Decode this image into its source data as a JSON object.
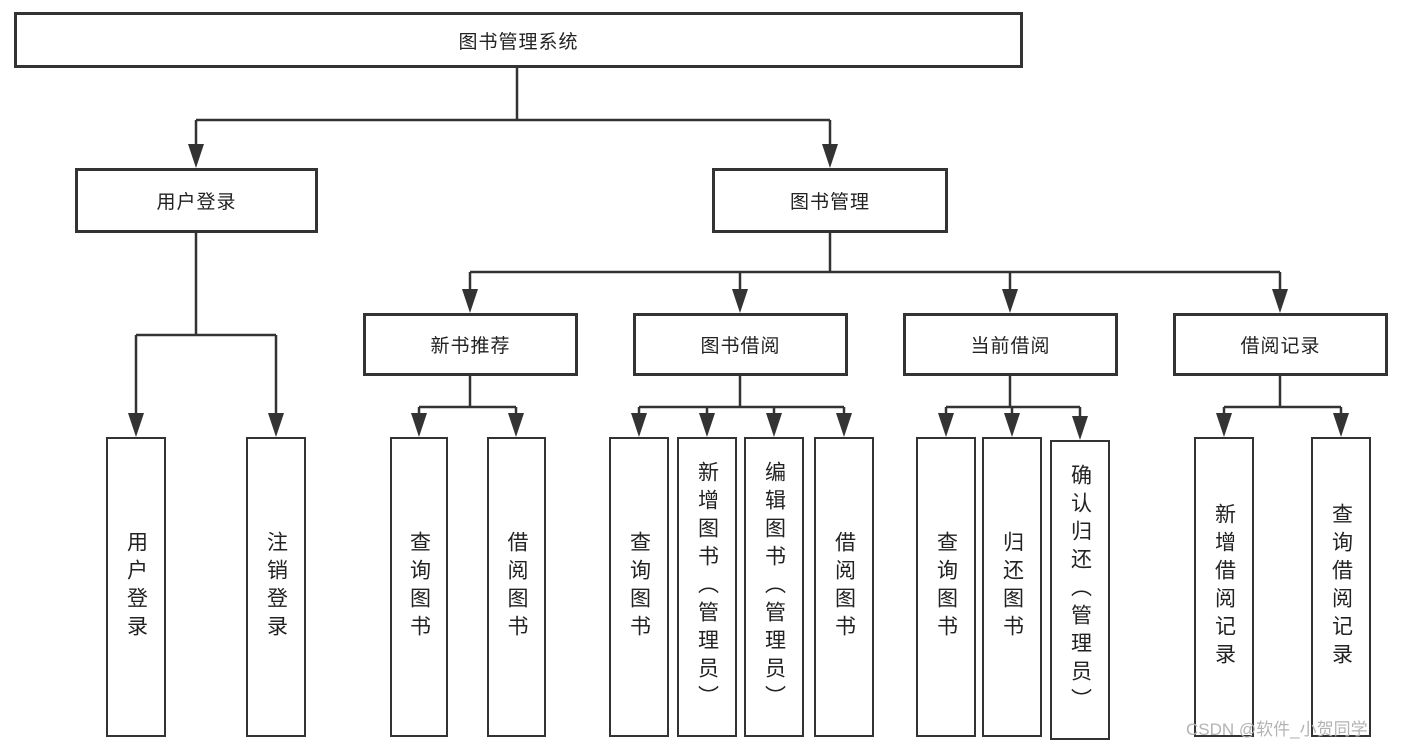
{
  "nodes": {
    "root": "图书管理系统",
    "user_login": "用户登录",
    "book_mgmt": "图书管理",
    "new_book_rec": "新书推荐",
    "book_borrow": "图书借阅",
    "current_borrow": "当前借阅",
    "borrow_record": "借阅记录",
    "ul_login": "用户登录",
    "ul_logout": "注销登录",
    "nb_query": "查询图书",
    "nb_borrow": "借阅图书",
    "bb_query": "查询图书",
    "bb_add": "新增图书（管理员）",
    "bb_edit": "编辑图书（管理员）",
    "bb_borrow": "借阅图书",
    "cb_query": "查询图书",
    "cb_return": "归还图书",
    "cb_confirm": "确认归还（管理员）",
    "br_add": "新增借阅记录",
    "br_query": "查询借阅记录"
  },
  "edges": [
    [
      "root",
      "user_login"
    ],
    [
      "root",
      "book_mgmt"
    ],
    [
      "user_login",
      "ul_login"
    ],
    [
      "user_login",
      "ul_logout"
    ],
    [
      "book_mgmt",
      "new_book_rec"
    ],
    [
      "book_mgmt",
      "book_borrow"
    ],
    [
      "book_mgmt",
      "current_borrow"
    ],
    [
      "book_mgmt",
      "borrow_record"
    ],
    [
      "new_book_rec",
      "nb_query"
    ],
    [
      "new_book_rec",
      "nb_borrow"
    ],
    [
      "book_borrow",
      "bb_query"
    ],
    [
      "book_borrow",
      "bb_add"
    ],
    [
      "book_borrow",
      "bb_edit"
    ],
    [
      "book_borrow",
      "bb_borrow"
    ],
    [
      "current_borrow",
      "cb_query"
    ],
    [
      "current_borrow",
      "cb_return"
    ],
    [
      "current_borrow",
      "cb_confirm"
    ],
    [
      "borrow_record",
      "br_add"
    ],
    [
      "borrow_record",
      "br_query"
    ]
  ],
  "watermark": "CSDN @软件_小贺同学",
  "colors": {
    "line": "#333333",
    "box_border": "#333333",
    "box_fill": "#ffffff",
    "text": "#222222",
    "watermark": "#b3b3b3",
    "background": "#ffffff"
  }
}
